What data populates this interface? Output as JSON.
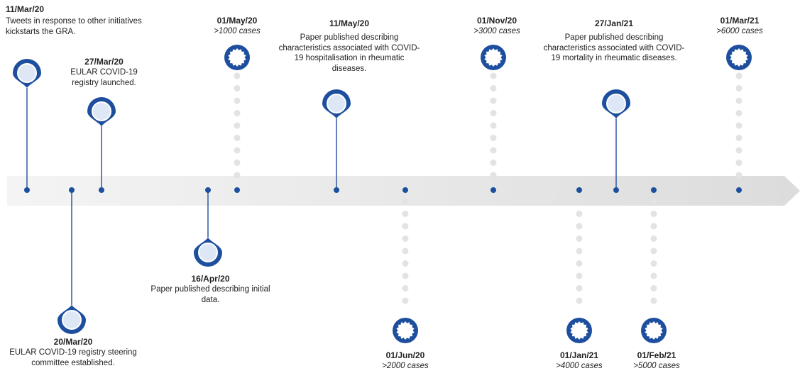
{
  "colors": {
    "accent": "#1d4f9e",
    "pin_fill": "#dde7f6",
    "dots": "#e3e3e3",
    "bar_light": "#f4f4f4",
    "bar_dark": "#dcdcdc"
  },
  "events": [
    {
      "id": "e1",
      "date": "11/Mar/20",
      "description": "Tweets in response to other initiatives kickstarts the GRA."
    },
    {
      "id": "e2",
      "date": "20/Mar/20",
      "description": "EULAR COVID-19 registry steering committee established."
    },
    {
      "id": "e3",
      "date": "27/Mar/20",
      "description": "EULAR COVID-19 registry launched."
    },
    {
      "id": "e4",
      "date": "16/Apr/20",
      "description": "Paper published describing initial data."
    },
    {
      "id": "e5",
      "date": "11/May/20",
      "description": "Paper published describing characteristics associated with COVID-19 hospitalisation in rheumatic diseases."
    },
    {
      "id": "e6",
      "date": "27/Jan/21",
      "description": "Paper published describing characteristics associated with COVID-19 mortality in rheumatic diseases."
    }
  ],
  "milestones": [
    {
      "id": "m1",
      "date": "01/May/20",
      "cases": ">1000 cases"
    },
    {
      "id": "m2",
      "date": "01/Jun/20",
      "cases": ">2000 cases"
    },
    {
      "id": "m3",
      "date": "01/Nov/20",
      "cases": ">3000 cases"
    },
    {
      "id": "m4",
      "date": "01/Jan/21",
      "cases": ">4000 cases"
    },
    {
      "id": "m5",
      "date": "01/Feb/21",
      "cases": ">5000 cases"
    },
    {
      "id": "m6",
      "date": "01/Mar/21",
      "cases": ">6000 cases"
    }
  ],
  "icons": {
    "event_marker": "map-pin-icon",
    "milestone_marker": "badge-seal-icon"
  }
}
